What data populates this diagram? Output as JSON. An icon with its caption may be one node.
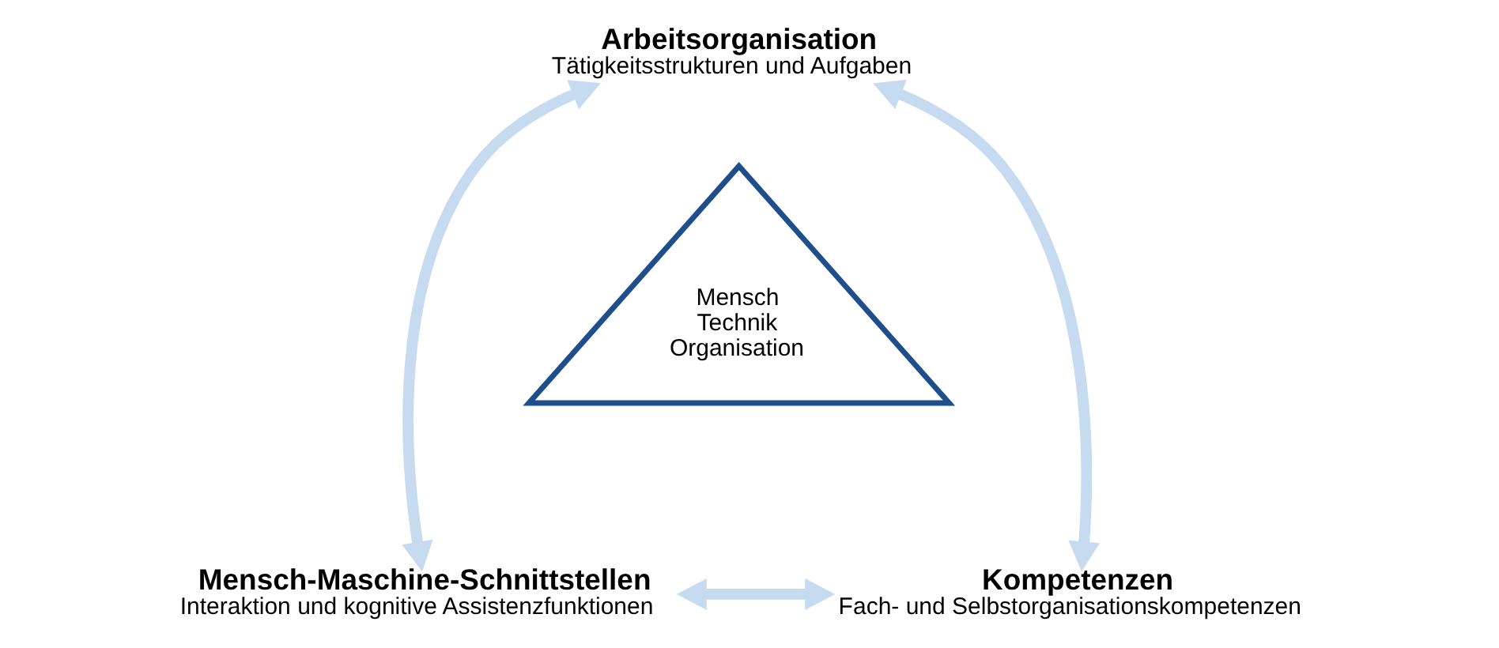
{
  "diagram": {
    "nodes": [
      {
        "text": [
          "Arbeitsorganisation",
          "Tätigkeitsstrukturen und Aufgaben"
        ]
      },
      {
        "text": [
          "Mensch",
          "Technik",
          "Organisation"
        ]
      },
      {
        "text": [
          "Mensch-Maschine-Schnittstellen",
          "Interaktion und kognitive Assistenzfunktionen"
        ]
      },
      {
        "text": [
          "Kompetenzen",
          "Fach- und Selbstorganisationskompetenzen"
        ]
      }
    ],
    "edges": [
      {
        "from": 0,
        "to": 2,
        "arrow": "both"
      },
      {
        "from": 0,
        "to": 3,
        "arrow": "both"
      },
      {
        "from": 2,
        "to": 3,
        "arrow": "both"
      }
    ]
  }
}
